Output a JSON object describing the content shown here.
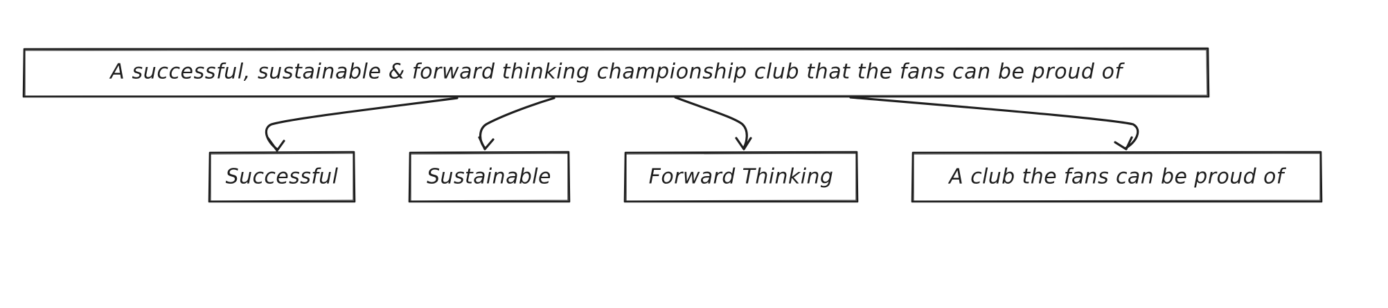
{
  "diagram": {
    "root": {
      "label": "A successful, sustainable & forward thinking championship club that the fans can be proud of"
    },
    "children": [
      {
        "label": "Successful"
      },
      {
        "label": "Sustainable"
      },
      {
        "label": "Forward Thinking"
      },
      {
        "label": "A club the fans can be proud of"
      }
    ]
  }
}
